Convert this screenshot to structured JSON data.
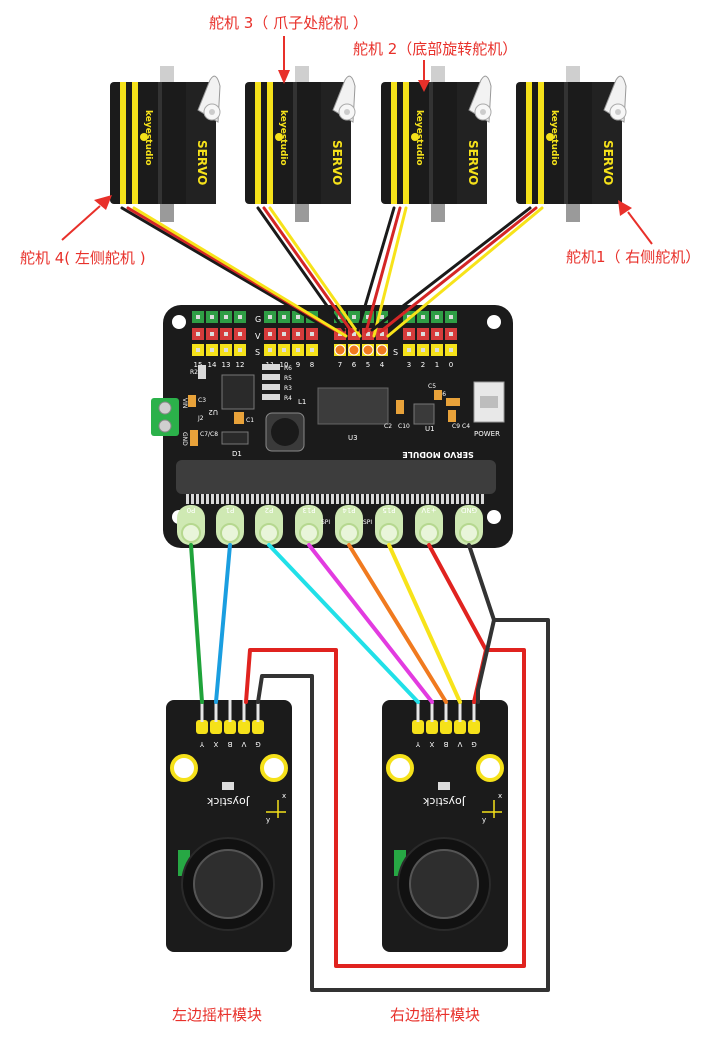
{
  "labels": {
    "servo1": "舵机1（ 右侧舵机）",
    "servo2": "舵机 2（底部旋转舵机）",
    "servo3": "舵机 3（ 爪子处舵机 ）",
    "servo4": "舵机 4(   左侧舵机   )",
    "left_joystick": "左边摇杆模块",
    "right_joystick": "右边摇杆模块"
  },
  "servo": {
    "brand": "keyestudio",
    "word": "SERVO"
  },
  "board": {
    "title": "SERVO MODULE",
    "power": "POWER",
    "header_rows": [
      "G",
      "V",
      "S"
    ],
    "left_header_numbers": [
      "15",
      "14",
      "13",
      "12",
      "11",
      "10",
      "9",
      "8"
    ],
    "mid_header_numbers": [
      "7",
      "6",
      "5",
      "4"
    ],
    "right_header_numbers": [
      "3",
      "2",
      "1",
      "0"
    ],
    "parts": {
      "u1": "U1",
      "u2": "U2",
      "u3": "U3",
      "l1": "L1",
      "d1": "D1",
      "j2": "J2",
      "vin": "VIN",
      "gnd": "GND",
      "r2": "R2",
      "r3": "R3",
      "r4": "R4",
      "r5": "R5",
      "r6": "R6",
      "c1": "C1",
      "c2": "C2",
      "c3": "C3",
      "c4": "C4",
      "c5": "C5",
      "c6": "C6",
      "c9": "C9",
      "c10": "C10",
      "c78": "C7/C8"
    },
    "pins": [
      "P0",
      "P1",
      "P2",
      "P13",
      "P14",
      "P15",
      "+3V",
      "GND"
    ],
    "spi_labels": [
      "SPI",
      "SPI"
    ]
  },
  "joystick": {
    "name": "Joystick",
    "pins": [
      "Y",
      "X",
      "B",
      "V",
      "G"
    ],
    "axis_x": "x",
    "axis_y": "y"
  },
  "colors": {
    "label_red": "#e8302a",
    "pcb": "#1b1b1b",
    "servo_yellow": "#f5e11a",
    "wire_green": "#1fa33a",
    "wire_blue": "#1a9ee0",
    "wire_cyan": "#21e0e8",
    "wire_magenta": "#e23be0",
    "wire_orange": "#f07a1f",
    "wire_yellow": "#f7e31a",
    "wire_red": "#e0231f",
    "wire_black": "#333333",
    "pin_pad": "#cfe9b3"
  }
}
